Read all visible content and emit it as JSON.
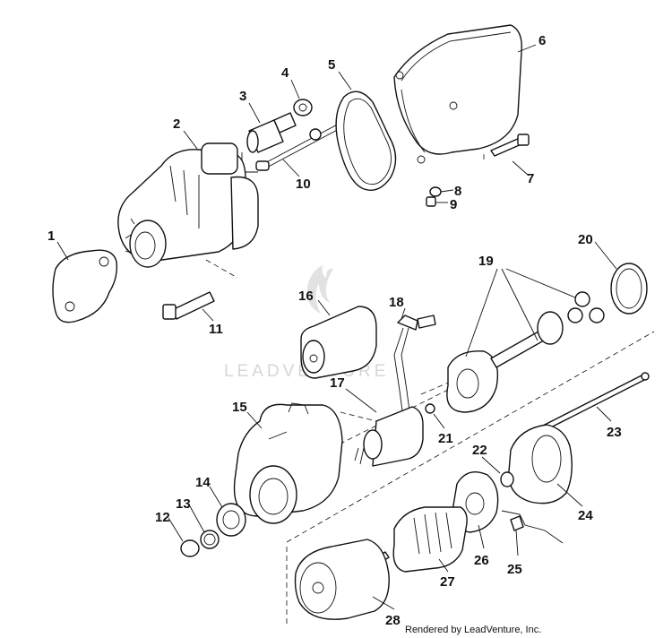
{
  "watermark": {
    "text": "LEADVENTURE"
  },
  "credit": "Rendered by LeadVenture, Inc.",
  "callouts": [
    "1",
    "2",
    "3",
    "4",
    "5",
    "6",
    "7",
    "8",
    "9",
    "10",
    "11",
    "12",
    "13",
    "14",
    "15",
    "16",
    "17",
    "18",
    "19",
    "20",
    "21",
    "22",
    "23",
    "24",
    "25",
    "26",
    "27",
    "28"
  ]
}
